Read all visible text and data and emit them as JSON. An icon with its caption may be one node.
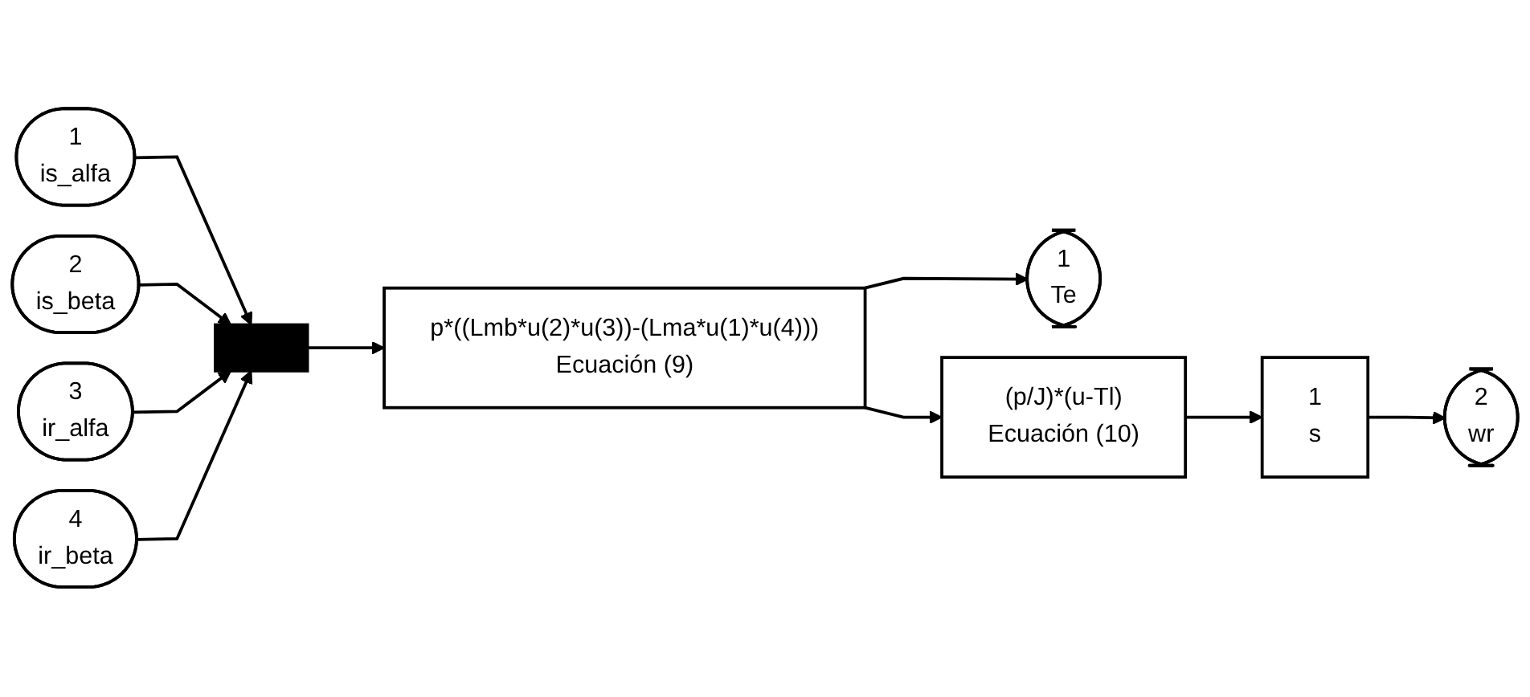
{
  "diagram": {
    "nodes": [
      {
        "text": [
          "1",
          "is_alfa"
        ]
      },
      {
        "text": [
          "2",
          "is_beta"
        ]
      },
      {
        "text": [
          "3",
          "ir_alfa"
        ]
      },
      {
        "text": [
          "4",
          "ir_beta"
        ]
      },
      {
        "text": [],
        "shape": "bar"
      },
      {
        "text": [
          "p*((Lmb*u(2)*u(3))-(Lma*u(1)*u(4)))",
          "Ecuación (9)"
        ]
      },
      {
        "text": [
          "1",
          "Te"
        ]
      },
      {
        "text": [
          "(p/J)*(u-Tl)",
          "Ecuación (10)"
        ]
      },
      {
        "text": [
          "1",
          "s"
        ]
      },
      {
        "text": [
          "2",
          "wr"
        ]
      }
    ],
    "edges": [
      {
        "from": 0,
        "to": 4,
        "arrow": "to"
      },
      {
        "from": 1,
        "to": 4,
        "arrow": "to"
      },
      {
        "from": 2,
        "to": 4,
        "arrow": "to"
      },
      {
        "from": 3,
        "to": 4,
        "arrow": "to"
      },
      {
        "from": 4,
        "to": 5,
        "arrow": "to"
      },
      {
        "from": 5,
        "to": 6,
        "arrow": "to"
      },
      {
        "from": 5,
        "to": 7,
        "arrow": "to"
      },
      {
        "from": 7,
        "to": 8,
        "arrow": "to"
      },
      {
        "from": 8,
        "to": 9,
        "arrow": "to"
      }
    ]
  }
}
